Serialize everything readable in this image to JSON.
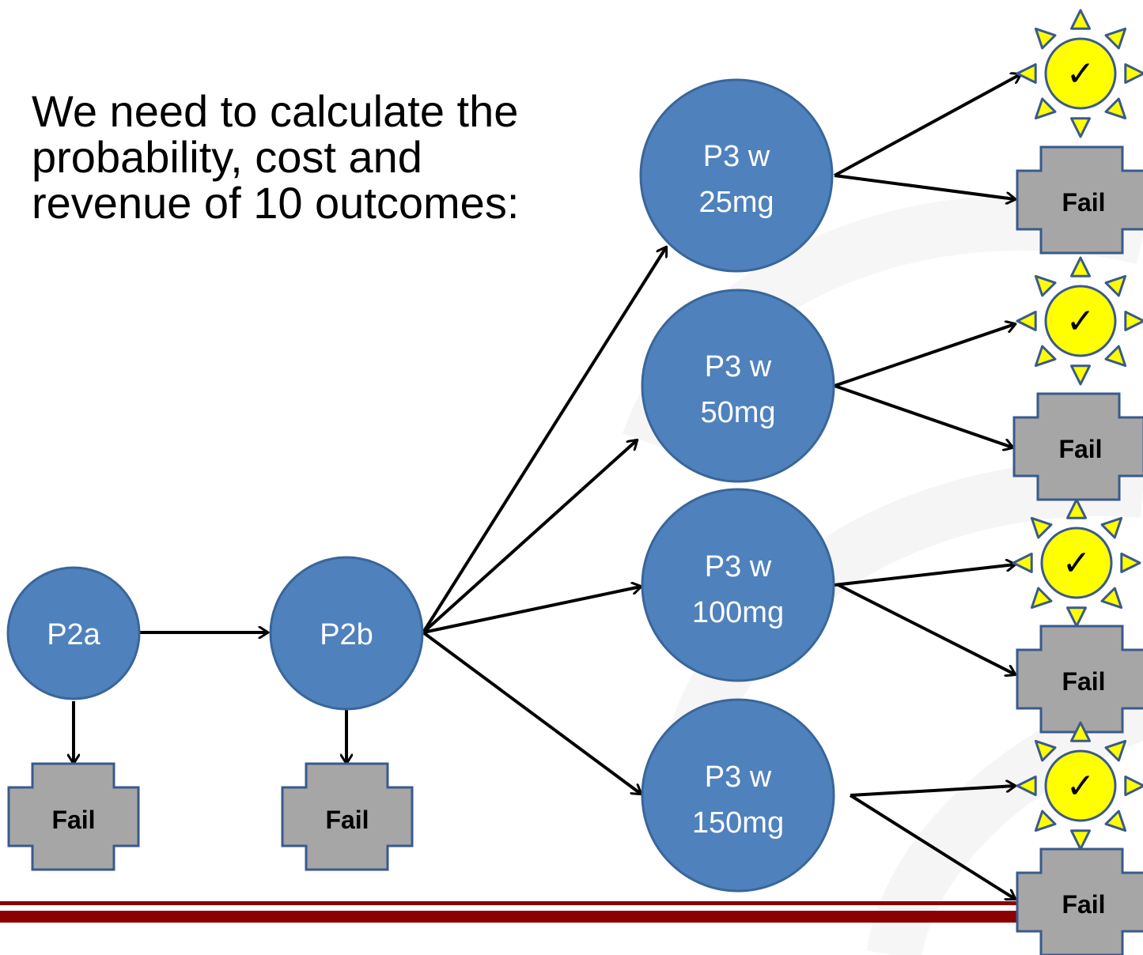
{
  "heading": {
    "lines": [
      "We need to calculate the",
      "probability, cost and",
      "revenue of 10 outcomes:"
    ]
  },
  "nodes": {
    "p2a": "P2a",
    "p2b": "P2b",
    "p3_25": [
      "P3 w",
      "25mg"
    ],
    "p3_50": [
      "P3 w",
      "50mg"
    ],
    "p3_100": [
      "P3 w",
      "100mg"
    ],
    "p3_150": [
      "P3 w",
      "150mg"
    ]
  },
  "outcomes": {
    "fail_label": "Fail",
    "success_mark": "✓"
  },
  "colors": {
    "node_fill": "#4f81bd",
    "node_stroke": "#3a6699",
    "fail_fill": "#a6a6a6",
    "fail_stroke": "#3a5a8c",
    "sun_fill": "#ffff00",
    "sun_stroke": "#3a5a8c",
    "footer_bar": "#8b0000"
  },
  "icons": {
    "fail": "cross-shape-icon",
    "success": "sun-check-icon"
  }
}
